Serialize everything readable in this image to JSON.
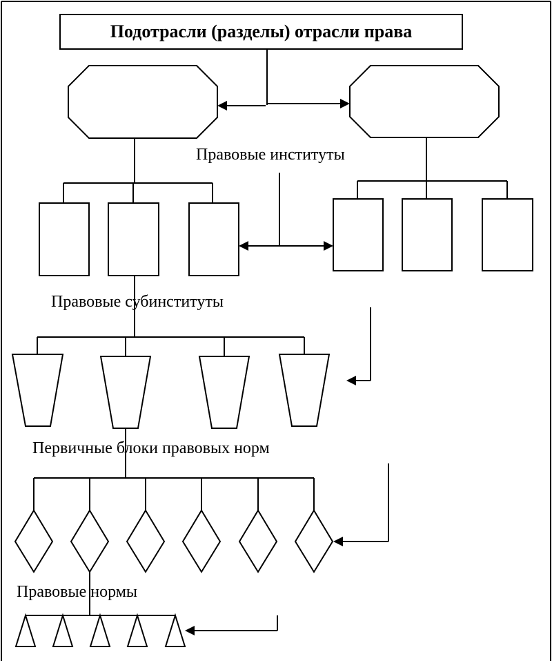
{
  "diagram": {
    "title": "Подотрасли (разделы) отрасли права",
    "levels": [
      {
        "id": "subbranches",
        "shape": "octagon",
        "count": 2,
        "arrow": "double-from-title"
      },
      {
        "id": "institutes",
        "label": "Правовые институты",
        "shape": "rectangle",
        "groups": [
          3,
          3
        ],
        "arrow": "double"
      },
      {
        "id": "subinstitutes",
        "label": "Правовые субинституты",
        "shape": "trapezoid",
        "count": 4,
        "arrow": "elbow-left"
      },
      {
        "id": "primary_blocks",
        "label": "Первичные блоки правовых норм",
        "shape": "diamond",
        "count": 6,
        "arrow": "elbow-left"
      },
      {
        "id": "norms",
        "label": "Правовые нормы",
        "shape": "triangle",
        "count": 5,
        "arrow": "elbow-left"
      }
    ],
    "colors": {
      "stroke": "#000000",
      "fill": "#ffffff"
    }
  }
}
